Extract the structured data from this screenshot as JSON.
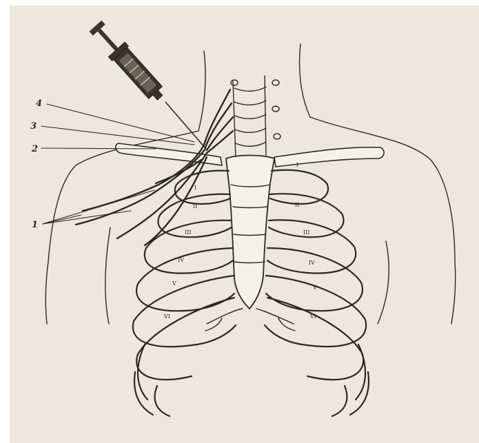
{
  "figure": {
    "colors": {
      "paper": "#ece8e0",
      "ink": "#2b2722",
      "bone": "#f4f1ea"
    },
    "labels": [
      {
        "id": "label-4",
        "text": "4"
      },
      {
        "id": "label-3",
        "text": "3"
      },
      {
        "id": "label-2",
        "text": "2"
      },
      {
        "id": "label-1",
        "text": "1"
      }
    ],
    "rib_numbers": {
      "left": [
        "I",
        "II",
        "III",
        "IV",
        "V",
        "VI"
      ],
      "right": [
        "I",
        "II",
        "III",
        "IV",
        "V",
        "VI"
      ]
    }
  }
}
